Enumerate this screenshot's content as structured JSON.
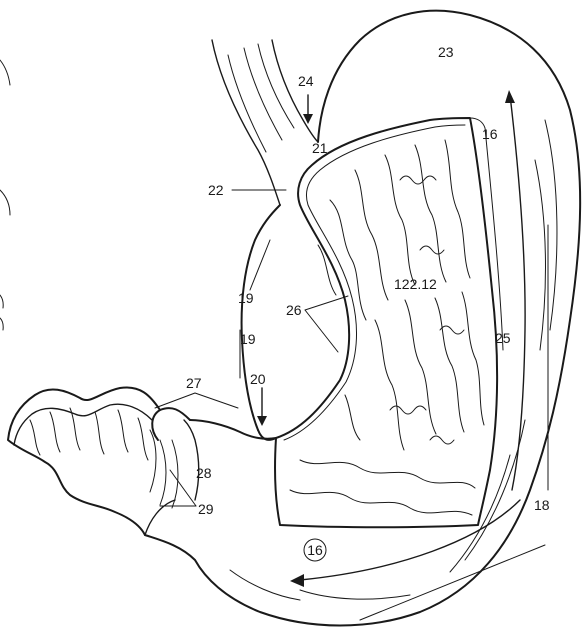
{
  "labels": {
    "l24": "24",
    "l21": "21",
    "l23": "23",
    "l16_top": "16",
    "l22": "22",
    "l122": "122.12",
    "l19_upper": "19",
    "l19_lower": "19",
    "l26": "26",
    "l25": "25",
    "l27": "27",
    "l20": "20",
    "l28": "28",
    "l29": "29",
    "l18": "18",
    "l16_circle": "16"
  }
}
